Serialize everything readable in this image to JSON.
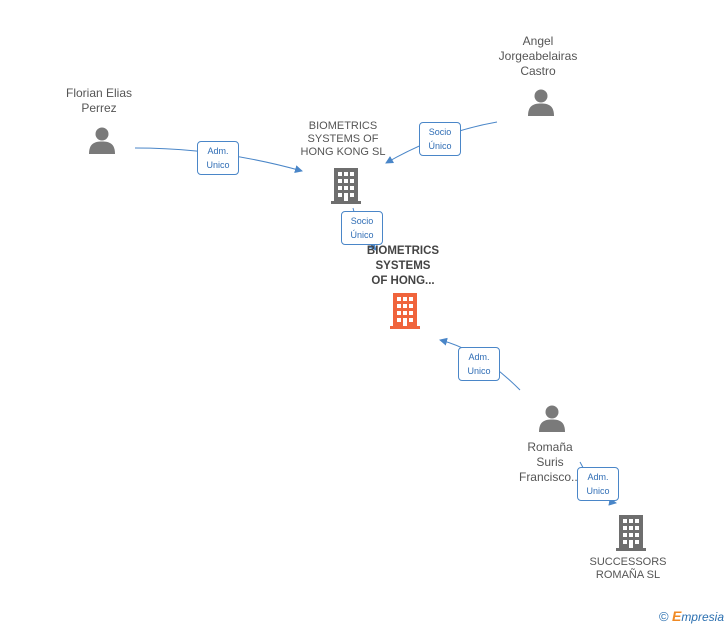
{
  "nodes": {
    "florian": "Florian Elias\nPerrez",
    "angel": "Angel\nJorgeabelairas\nCastro",
    "biometrics_hk": "BIOMETRICS\nSYSTEMS OF\nHONG KONG  SL",
    "biometrics_main": "BIOMETRICS\nSYSTEMS\nOF HONG...",
    "romana": "Romaña\nSuris\nFrancisco...",
    "successors": "SUCCESSORS\nROMAÑA  SL"
  },
  "edges": {
    "adm1": {
      "line1": "Adm.",
      "line2": "Unico"
    },
    "socio1": {
      "line1": "Socio",
      "line2": "Único"
    },
    "socio2": {
      "line1": "Socio",
      "line2": "Único"
    },
    "adm2": {
      "line1": "Adm.",
      "line2": "Unico"
    },
    "adm3": {
      "line1": "Adm.",
      "line2": "Unico"
    }
  },
  "colors": {
    "edge": "#4a86c8",
    "person_icon": "#7a7a7a",
    "company_icon": "#6e6e6e",
    "main_company_icon": "#f0643c"
  },
  "footer": {
    "copyright": "©",
    "brand_initial": "E",
    "brand_rest": "mpresia"
  }
}
